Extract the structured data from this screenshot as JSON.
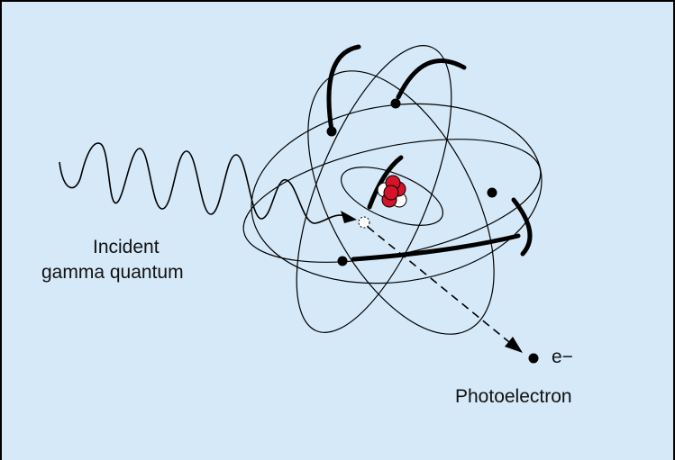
{
  "labels": {
    "incident": "Incident",
    "gamma_quantum": "gamma quantum",
    "electron_symbol": "e−",
    "photoelectron": "Photoelectron"
  },
  "colors": {
    "background": "#d6e9f8",
    "nucleus_red": "#d5142a",
    "line": "#000000"
  }
}
